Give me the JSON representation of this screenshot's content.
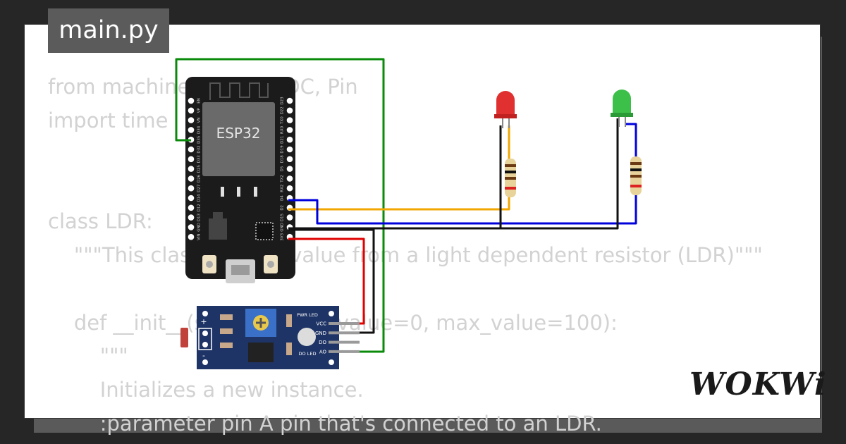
{
  "tab": {
    "filename": "main.py"
  },
  "code_lines": [
    "from machine import ADC, Pin",
    "import time",
    "",
    "",
    "class LDR:",
    "    \"\"\"This class reads a value from a light dependent resistor (LDR)\"\"\"",
    "",
    "    def __init__(self, pin, min_value=0, max_value=100):",
    "        \"\"\"",
    "        Initializes a new instance.",
    "        :parameter pin A pin that's connected to an LDR."
  ],
  "board": {
    "label": "ESP32",
    "left_pins": [
      "EN",
      "VP",
      "VN",
      "D34",
      "D35",
      "D32",
      "D33",
      "D25",
      "D26",
      "D27",
      "D14",
      "D12",
      "D13",
      "GND",
      "VIN"
    ],
    "right_pins": [
      "D23",
      "D22",
      "TX0",
      "RX0",
      "D21",
      "D19",
      "D18",
      "D5",
      "TX2",
      "RX2",
      "D4",
      "D2",
      "D15",
      "GND",
      "3V3"
    ]
  },
  "ldr_module": {
    "left_signs": [
      "+",
      "-"
    ],
    "led_labels": [
      "PWR LED",
      "DO LED"
    ],
    "pin_labels": [
      "VCC",
      "GND",
      "DO",
      "AO"
    ]
  },
  "leds": [
    {
      "color": "red"
    },
    {
      "color": "green"
    }
  ],
  "wire_colors": {
    "ao": "#0a8a0a",
    "vcc": "#e00000",
    "gnd": "#111111",
    "red_led": "#f2a600",
    "green_led": "#0000dd"
  },
  "brand": {
    "logo": "WOKWi"
  }
}
